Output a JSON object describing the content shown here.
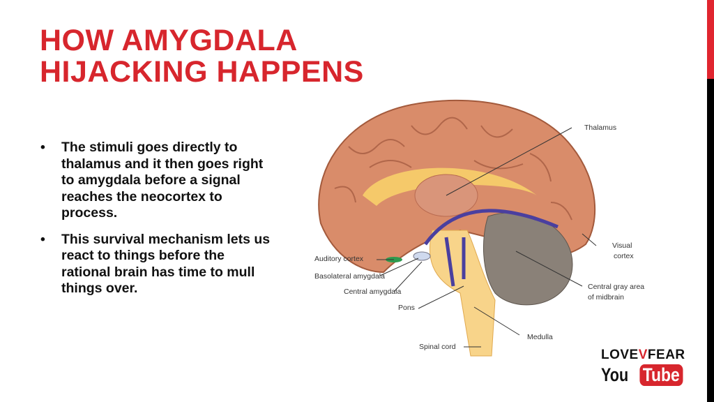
{
  "slide": {
    "title_line1": "HOW AMYGDALA",
    "title_line2": "HIJACKING HAPPENS",
    "bullets": [
      "The stimuli goes directly to thalamus and it then goes right to amygdala before a signal reaches the neocortex to process.",
      " This survival mechanism lets us react to things before the rational brain has time to mull things over."
    ],
    "bullet_symbol": "•"
  },
  "diagram": {
    "labels": {
      "thalamus": "Thalamus",
      "visual_cortex_1": "Visual",
      "visual_cortex_2": "cortex",
      "auditory_cortex": "Auditory cortex",
      "basolateral_amygdala": "Basolateral amygdala",
      "central_amygdala": "Central amygdala",
      "central_gray_1": "Central gray area",
      "central_gray_2": "of midbrain",
      "pons": "Pons",
      "medulla": "Medulla",
      "spinal_cord": "Spinal cord"
    }
  },
  "logo": {
    "brand_love": "LOVE",
    "brand_v": "V",
    "brand_fear": "FEAR",
    "you": "You",
    "tube": "Tube"
  },
  "colors": {
    "accent": "#d7262d",
    "text": "#111111"
  }
}
